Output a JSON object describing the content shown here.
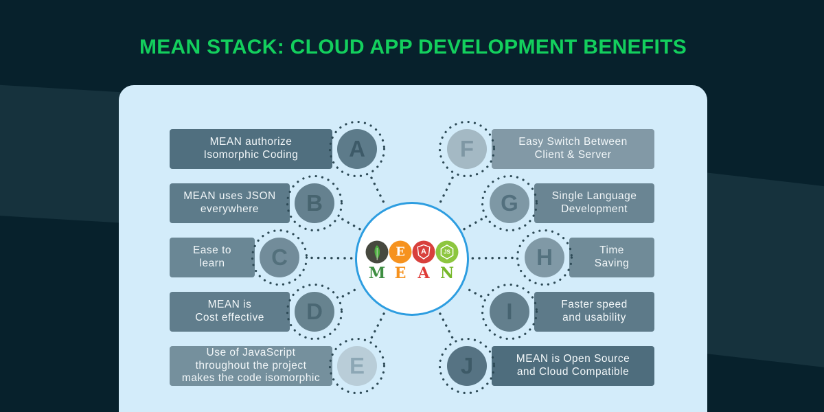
{
  "title": "MEAN STACK: CLOUD APP DEVELOPMENT BENEFITS",
  "theme": {
    "background": "#07212c",
    "band": "#16323d",
    "title_green": "#13cf5d",
    "card_blue": "#d3ecfa",
    "dot_color": "#2c4955",
    "center_border_blue": "#2d9de0",
    "bar_text": "#f2f7f9"
  },
  "center_logo": {
    "letters": [
      {
        "char": "M",
        "color": "#3e8e41"
      },
      {
        "char": "E",
        "color": "#f6921e"
      },
      {
        "char": "A",
        "color": "#df3b37"
      },
      {
        "char": "N",
        "color": "#76b82a"
      }
    ],
    "icons": [
      {
        "name": "mongodb-leaf-icon",
        "bg": "#47493f",
        "fg": "#4caf3f",
        "glyph": ""
      },
      {
        "name": "express-e-icon",
        "bg": "#f6921e",
        "fg": "#ffffff",
        "glyph": "E"
      },
      {
        "name": "angular-shield-icon",
        "bg": "#d8403c",
        "fg": "#ffffff",
        "glyph": "A"
      },
      {
        "name": "nodejs-hexagon-icon",
        "bg": "#8dc63f",
        "fg": "#ffffff",
        "glyph": "JS"
      }
    ]
  },
  "items": [
    {
      "letter": "A",
      "lines": [
        "MEAN authorize",
        "Isomorphic Coding"
      ],
      "bar_color": "#506f7f",
      "circle_color": "#5d7b8a",
      "letter_color": "#3d5a68"
    },
    {
      "letter": "B",
      "lines": [
        "MEAN uses JSON",
        "everywhere"
      ],
      "bar_color": "#5d7b8a",
      "circle_color": "#65818f",
      "letter_color": "#47646f"
    },
    {
      "letter": "C",
      "lines": [
        "Ease to",
        "learn"
      ],
      "bar_color": "#6a8795",
      "circle_color": "#728c9a",
      "letter_color": "#53707c"
    },
    {
      "letter": "D",
      "lines": [
        "MEAN is",
        "Cost effective"
      ],
      "bar_color": "#607d8c",
      "circle_color": "#67838f",
      "letter_color": "#4a6773"
    },
    {
      "letter": "E",
      "lines": [
        "Use of JavaScript",
        "throughout the project",
        "makes the code isomorphic"
      ],
      "bar_color": "#75909d",
      "circle_color": "#b9cdd8",
      "letter_color": "#8ca7b5"
    },
    {
      "letter": "F",
      "lines": [
        "Easy Switch Between",
        "Client & Server"
      ],
      "bar_color": "#8299a6",
      "circle_color": "#a4b9c4",
      "letter_color": "#7e97a4"
    },
    {
      "letter": "G",
      "lines": [
        "Single Language",
        "Development"
      ],
      "bar_color": "#6a8593",
      "circle_color": "#7e98a5",
      "letter_color": "#53707e"
    },
    {
      "letter": "H",
      "lines": [
        "Time",
        "Saving"
      ],
      "bar_color": "#708b98",
      "circle_color": "#8099a6",
      "letter_color": "#54727f"
    },
    {
      "letter": "I",
      "lines": [
        "Faster speed",
        "and usability"
      ],
      "bar_color": "#5d7a89",
      "circle_color": "#637f8d",
      "letter_color": "#466370"
    },
    {
      "letter": "J",
      "lines": [
        "MEAN is Open Source",
        "and Cloud Compatible"
      ],
      "bar_color": "#4e6d7d",
      "circle_color": "#567383",
      "letter_color": "#3d5a67"
    }
  ]
}
